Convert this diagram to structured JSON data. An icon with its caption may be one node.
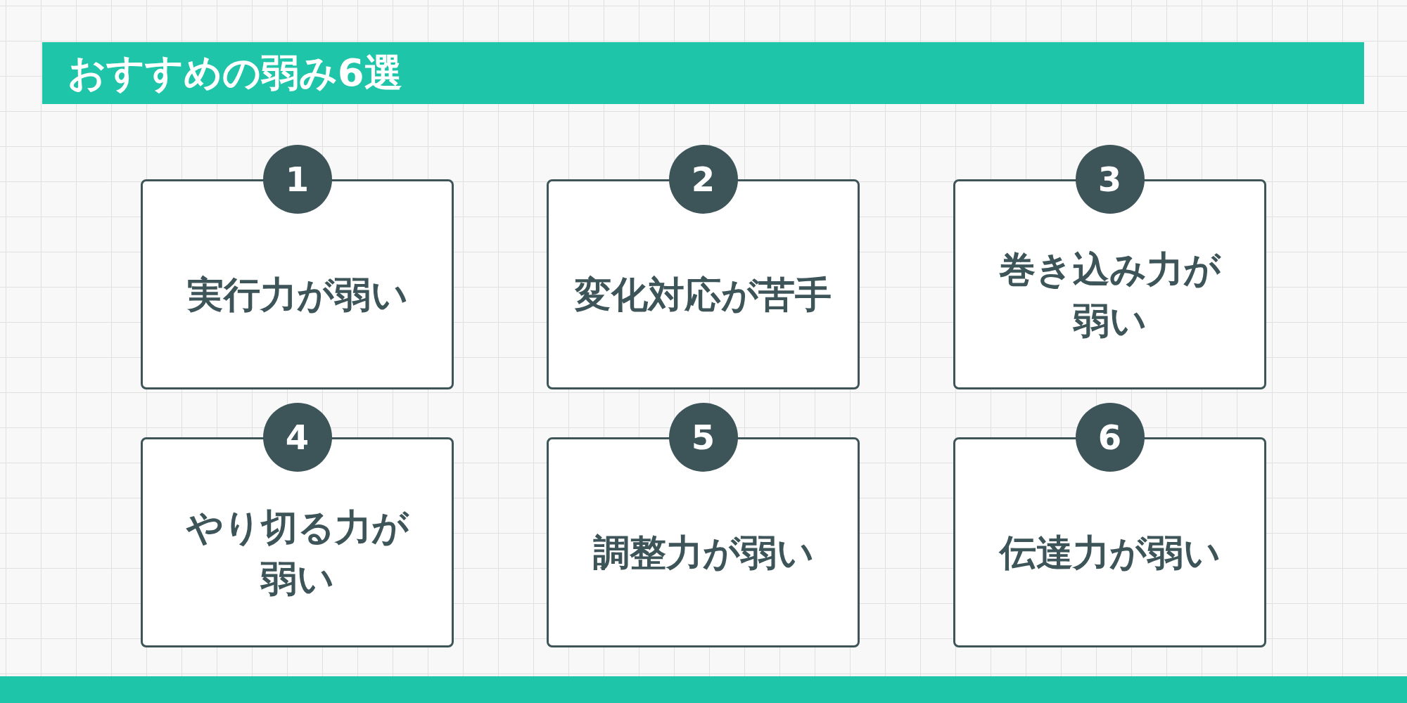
{
  "diagram": {
    "title": "おすすめの弱み6選",
    "nodes": [
      {
        "text": [
          "1"
        ]
      },
      {
        "text": [
          "実行力が弱い"
        ]
      },
      {
        "text": [
          "2"
        ]
      },
      {
        "text": [
          "変化対応が苦手"
        ]
      },
      {
        "text": [
          "3"
        ]
      },
      {
        "text": [
          "巻き込み力が弱い"
        ]
      },
      {
        "text": [
          "4"
        ]
      },
      {
        "text": [
          "やり切る力が弱い"
        ]
      },
      {
        "text": [
          "5"
        ]
      },
      {
        "text": [
          "調整力が弱い"
        ]
      },
      {
        "text": [
          "6"
        ]
      },
      {
        "text": [
          "伝達力が弱い"
        ]
      }
    ]
  }
}
